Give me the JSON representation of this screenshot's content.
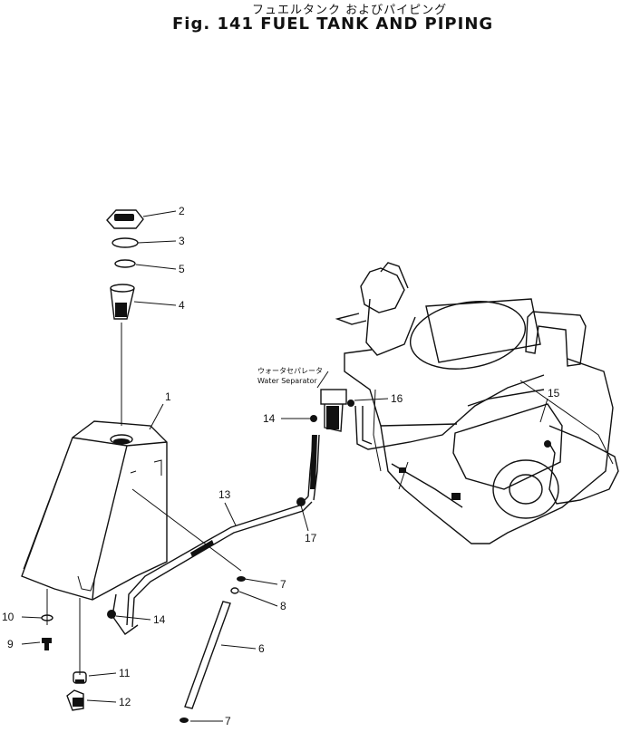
{
  "header": {
    "title_jp": "フュエルタンク およびパイピング",
    "title": "Fig. 141 FUEL TANK AND PIPING"
  },
  "labels": {
    "water_separator_jp": "ウォータセパレータ",
    "water_separator": "Water Separator"
  },
  "callouts": [
    "1",
    "2",
    "3",
    "4",
    "5",
    "6",
    "7",
    "7",
    "8",
    "9",
    "10",
    "11",
    "12",
    "13",
    "14",
    "14",
    "15",
    "16",
    "17"
  ]
}
